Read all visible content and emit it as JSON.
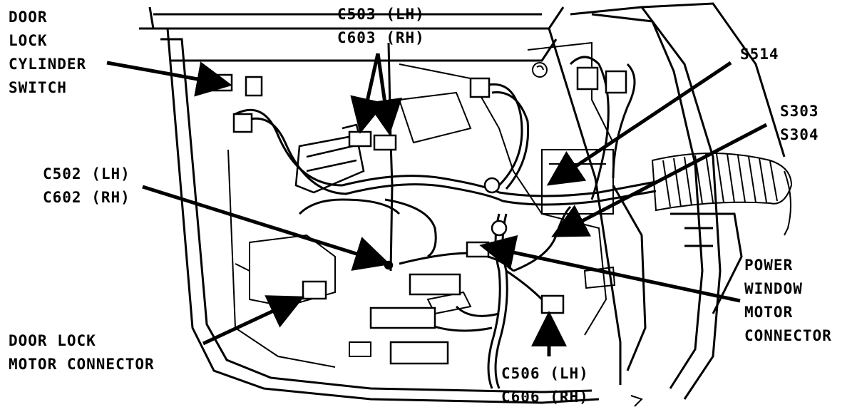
{
  "labels": {
    "door_lock_cylinder": [
      "DOOR",
      "LOCK",
      "CYLINDER",
      "SWITCH"
    ],
    "c503": [
      "C503 (LH)",
      "C603 (RH)"
    ],
    "s514": [
      "S514"
    ],
    "s303": [
      "S303",
      "S304"
    ],
    "c502": [
      "C502 (LH)",
      "C602 (RH)"
    ],
    "power_window": [
      "POWER",
      "WINDOW",
      "MOTOR",
      "CONNECTOR"
    ],
    "door_lock_motor": [
      "DOOR LOCK",
      "MOTOR CONNECTOR"
    ],
    "c506": [
      "C506 (LH)",
      "C606 (RH)"
    ]
  },
  "colors": {
    "ink": "#000000",
    "paper": "#ffffff"
  }
}
